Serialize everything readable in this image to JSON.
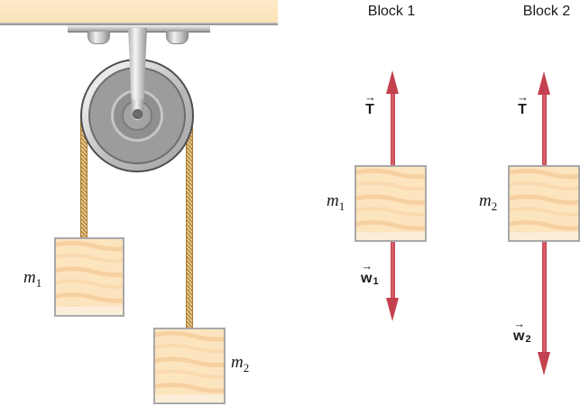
{
  "scene": {
    "mass1": {
      "base": "m",
      "sub": "1"
    },
    "mass2": {
      "base": "m",
      "sub": "2"
    }
  },
  "fbd1": {
    "title": "Block 1",
    "mass": {
      "base": "m",
      "sub": "1"
    },
    "tension": {
      "arrow": "→",
      "letter": "T"
    },
    "weight": {
      "arrow": "→",
      "letter": "w",
      "sub": "1"
    }
  },
  "fbd2": {
    "title": "Block 2",
    "mass": {
      "base": "m",
      "sub": "2"
    },
    "tension": {
      "arrow": "→",
      "letter": "T"
    },
    "weight": {
      "arrow": "→",
      "letter": "w",
      "sub": "2"
    }
  },
  "colors": {
    "arrow_red": "#C4414F",
    "rope_gold": "#D2A254",
    "wood_fill": "#FCE4BE",
    "wood_grain": "#F7D0A0",
    "ceiling_fill": "#FBE5BD",
    "block_border": "#A9A9A9",
    "pulley_face": "#9C9C9C",
    "metal_light": "#E8E8E8",
    "text": "#1A1A1A"
  }
}
